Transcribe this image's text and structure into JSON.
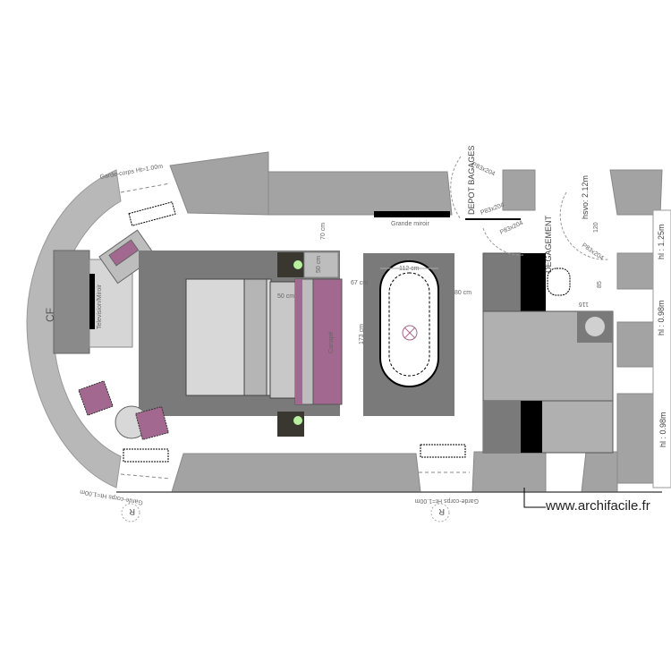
{
  "plan": {
    "railing_top": "Garde-corps Ht=1.00m",
    "railing_bottom_left": "Garde-corps Ht=1.00m",
    "railing_bottom_mid": "Garde-corps Ht=1.00m",
    "mirror": "Grande miroir",
    "dim_70": "70 cm",
    "dim_50a": "50 cm",
    "dim_50b": "50 cm",
    "sofa": "Canapé",
    "dim_112": "112 cm",
    "dim_67": "67 cm",
    "dim_173": "173 cm",
    "dim_80": "80 cm",
    "tv": "Television/Miroir",
    "cf": "CF",
    "luggage": "DEPOT BAGAGES",
    "hall": "DEGAGEMENT",
    "hsvo": "hsvo: 2.12m",
    "hl1": "hl : 1.25m",
    "hl2": "hl : 0.98m",
    "hl3": "hl : 0.98m",
    "door1": "P83x204",
    "door2": "P83x204",
    "door3": "P83x204",
    "door4": "P83x204",
    "dim_120": "120",
    "dim_85": "85",
    "dim_116": "116",
    "radiator_mark": "R",
    "watermark": "www.archifacile.fr"
  },
  "colors": {
    "wall": "#a3a3a3",
    "floor_rug": "#7a7a7a",
    "accent_purple": "#a3688f",
    "furniture": "#bdbdbd",
    "black": "#000000"
  }
}
